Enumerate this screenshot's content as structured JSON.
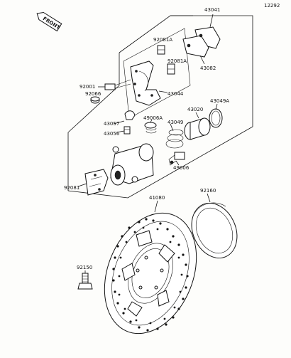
{
  "sheet_code": "12292",
  "front_label": "FRONT",
  "labels": {
    "p43041": "43041",
    "p92081A_1": "92081A",
    "p92081A_2": "92081A",
    "p43082": "43082",
    "p92001": "92001",
    "p92066": "92066",
    "p43044": "43044",
    "p43049A": "43049A",
    "p43057": "43057",
    "p49006A": "49006A",
    "p43020": "43020",
    "p43049": "43049",
    "p43056": "43056",
    "p49006": "49006",
    "p92081": "92081",
    "p92160": "92160",
    "p41080": "41080",
    "p92150": "92150"
  }
}
